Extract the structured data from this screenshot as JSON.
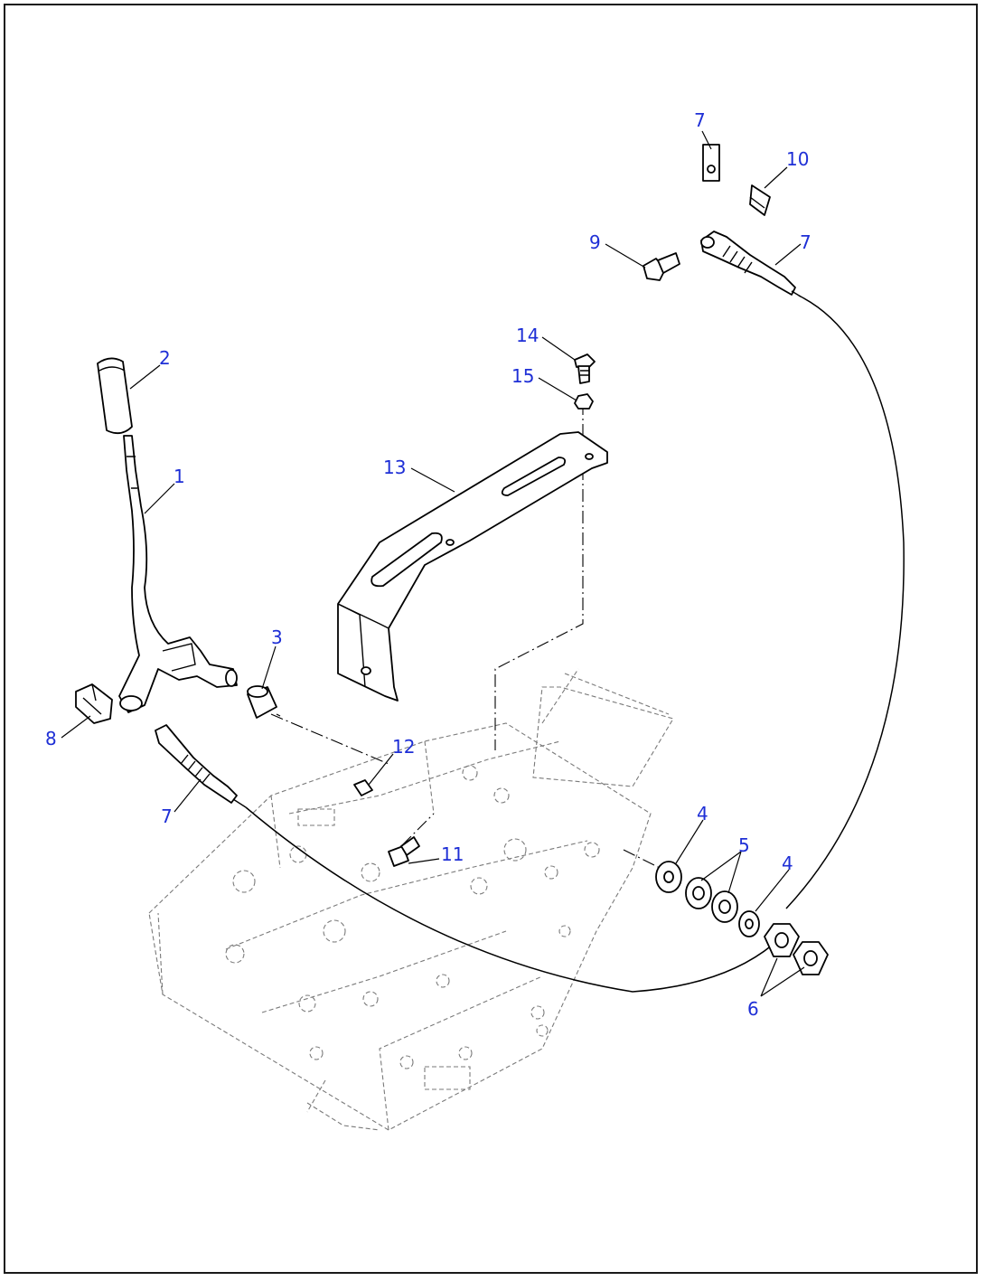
{
  "diagram": {
    "callouts": [
      {
        "id": "c2",
        "text": "2"
      },
      {
        "id": "c1",
        "text": "1"
      },
      {
        "id": "c3",
        "text": "3"
      },
      {
        "id": "c8",
        "text": "8"
      },
      {
        "id": "c7a",
        "text": "7"
      },
      {
        "id": "c12",
        "text": "12"
      },
      {
        "id": "c11",
        "text": "11"
      },
      {
        "id": "c13",
        "text": "13"
      },
      {
        "id": "c14",
        "text": "14"
      },
      {
        "id": "c15",
        "text": "15"
      },
      {
        "id": "c7b",
        "text": "7"
      },
      {
        "id": "c10",
        "text": "10"
      },
      {
        "id": "c9",
        "text": "9"
      },
      {
        "id": "c7c",
        "text": "7"
      },
      {
        "id": "c4a",
        "text": "4"
      },
      {
        "id": "c5",
        "text": "5"
      },
      {
        "id": "c4b",
        "text": "4"
      },
      {
        "id": "c6",
        "text": "6"
      }
    ],
    "label_color": "#1e2fd6",
    "line_color": "#000000",
    "ghost_color": "#7a7a7a"
  }
}
